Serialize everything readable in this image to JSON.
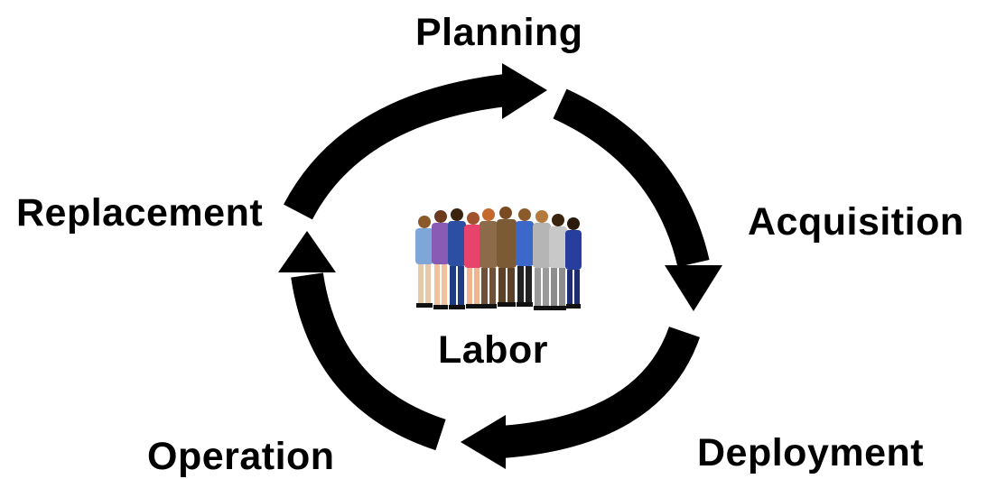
{
  "diagram": {
    "center_label": "Labor",
    "stages": [
      {
        "id": "planning",
        "label": "Planning"
      },
      {
        "id": "acquisition",
        "label": "Acquisition"
      },
      {
        "id": "deployment",
        "label": "Deployment"
      },
      {
        "id": "operation",
        "label": "Operation"
      },
      {
        "id": "replacement",
        "label": "Replacement"
      }
    ],
    "colors": {
      "arrow": "#000000",
      "background": "#ffffff",
      "text": "#000000"
    },
    "center_icon": "group-of-people-icon"
  }
}
